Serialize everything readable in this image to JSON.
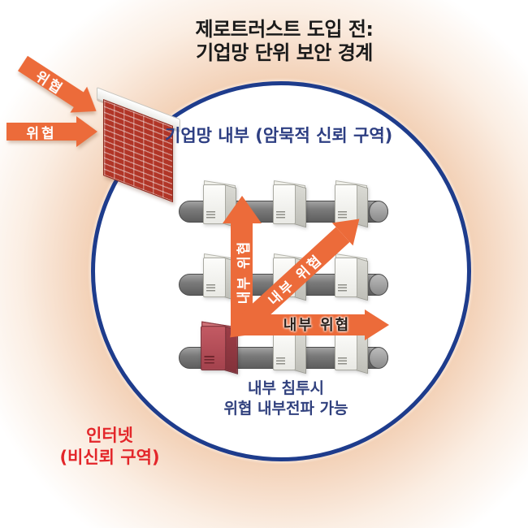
{
  "title": {
    "line1": "제로트러스트 도입 전:",
    "line2": "기업망 단위 보안 경계"
  },
  "inner_zone": {
    "label": "기업망 내부 (암묵적 신뢰 구역)"
  },
  "outer_zone": {
    "line1": "인터넷",
    "line2": "(비신뢰 구역)"
  },
  "note": {
    "line1": "내부 침투시",
    "line2": "위협 내부전파 가능"
  },
  "arrows": {
    "external": [
      {
        "label": "위협",
        "direction": "down-right"
      },
      {
        "label": "위협",
        "direction": "right"
      }
    ],
    "internal": [
      {
        "label": "내부 위협",
        "direction": "up"
      },
      {
        "label": "내부 위협",
        "direction": "up-right-and-down-left"
      },
      {
        "label": "내부 위협",
        "direction": "right"
      }
    ]
  },
  "icons": {
    "firewall": "firewall-brick-wall",
    "server": "server-tower",
    "compromised_server": "compromised-server-tower",
    "pipe": "network-backbone-pipe"
  },
  "colors": {
    "arrow_orange": "#EC6B3A",
    "boundary_navy": "#1E3C8C",
    "navy_text": "#2D3E82",
    "red_text": "#E3262A",
    "brick_red": "#B13527",
    "peach_glow": "#F5D9C2",
    "compromised_red": "#B44E57"
  }
}
